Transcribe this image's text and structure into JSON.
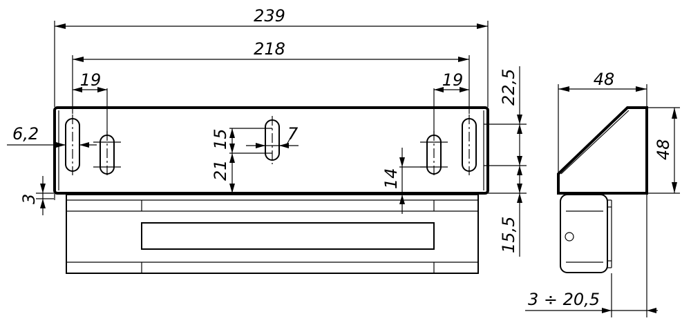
{
  "drawing": {
    "title": "Mounting bracket technical drawing",
    "dimensions": {
      "overall_length": "239",
      "outer_slot_spacing": "218",
      "slot_offset_left": "19",
      "slot_offset_right": "19",
      "slot_left_edge": "6,2",
      "center_slot_width": "7",
      "center_slot_height": "15",
      "center_lower_height": "21",
      "right_height_a": "22,5",
      "right_height_b": "14",
      "lower_body_height": "15,5",
      "base_thickness": "3",
      "side_top_width": "48",
      "side_height": "48",
      "side_range": "3 ÷ 20,5"
    }
  }
}
